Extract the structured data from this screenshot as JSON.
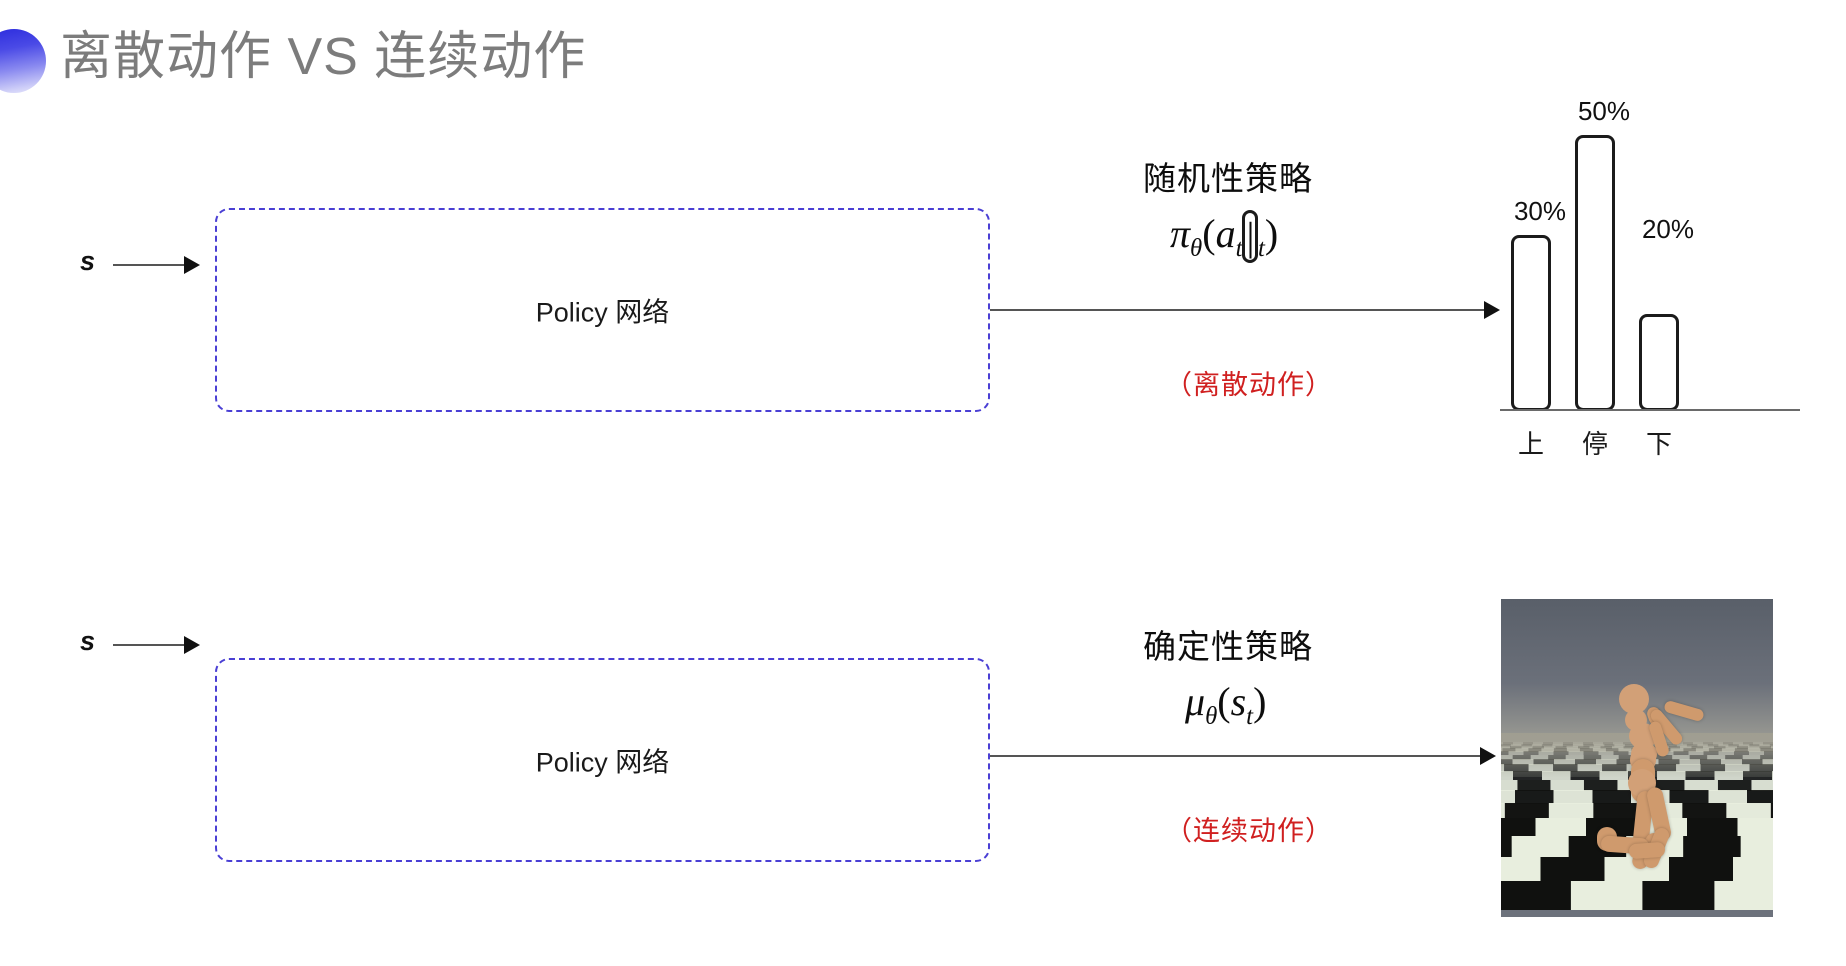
{
  "slide": {
    "title": "离散动作 VS 连续动作",
    "bullet_icon": "half-circle-gradient-icon",
    "title_color": "#7c7c7c",
    "accent_color": "#4a3fd4",
    "highlight_color": "#d02020"
  },
  "rows": [
    {
      "id": "discrete",
      "input_label": "s",
      "box_label": "Policy 网络",
      "policy_kind": "随机性策略",
      "formula": {
        "head": "π",
        "head_sub": "θ",
        "open": "(",
        "arg1": "a",
        "arg1_sub": "t",
        "separator": "|",
        "arg2": "s",
        "arg2_sub": "t",
        "close": ")"
      },
      "action_kind": "（离散动作）"
    },
    {
      "id": "continuous",
      "input_label": "s",
      "box_label": "Policy 网络",
      "policy_kind": "确定性策略",
      "formula": {
        "head": "μ",
        "head_sub": "θ",
        "open": "(",
        "arg1": "s",
        "arg1_sub": "t",
        "separator": "",
        "arg2": "",
        "arg2_sub": "",
        "close": ")"
      },
      "action_kind": "（连续动作）"
    }
  ],
  "chart_data": {
    "type": "bar",
    "title": "",
    "xlabel": "",
    "ylabel": "",
    "categories": [
      "上",
      "停",
      "下"
    ],
    "values": [
      30,
      50,
      20
    ],
    "value_labels": [
      "30%",
      "50%",
      "20%"
    ],
    "ylim": [
      0,
      60
    ],
    "grid": false,
    "legend": "none",
    "bar_style": "outlined-white-fill-rounded"
  },
  "simulation": {
    "name": "mujoco-humanoid-frame",
    "description": "3D humanoid figure on checkerboard floor"
  }
}
